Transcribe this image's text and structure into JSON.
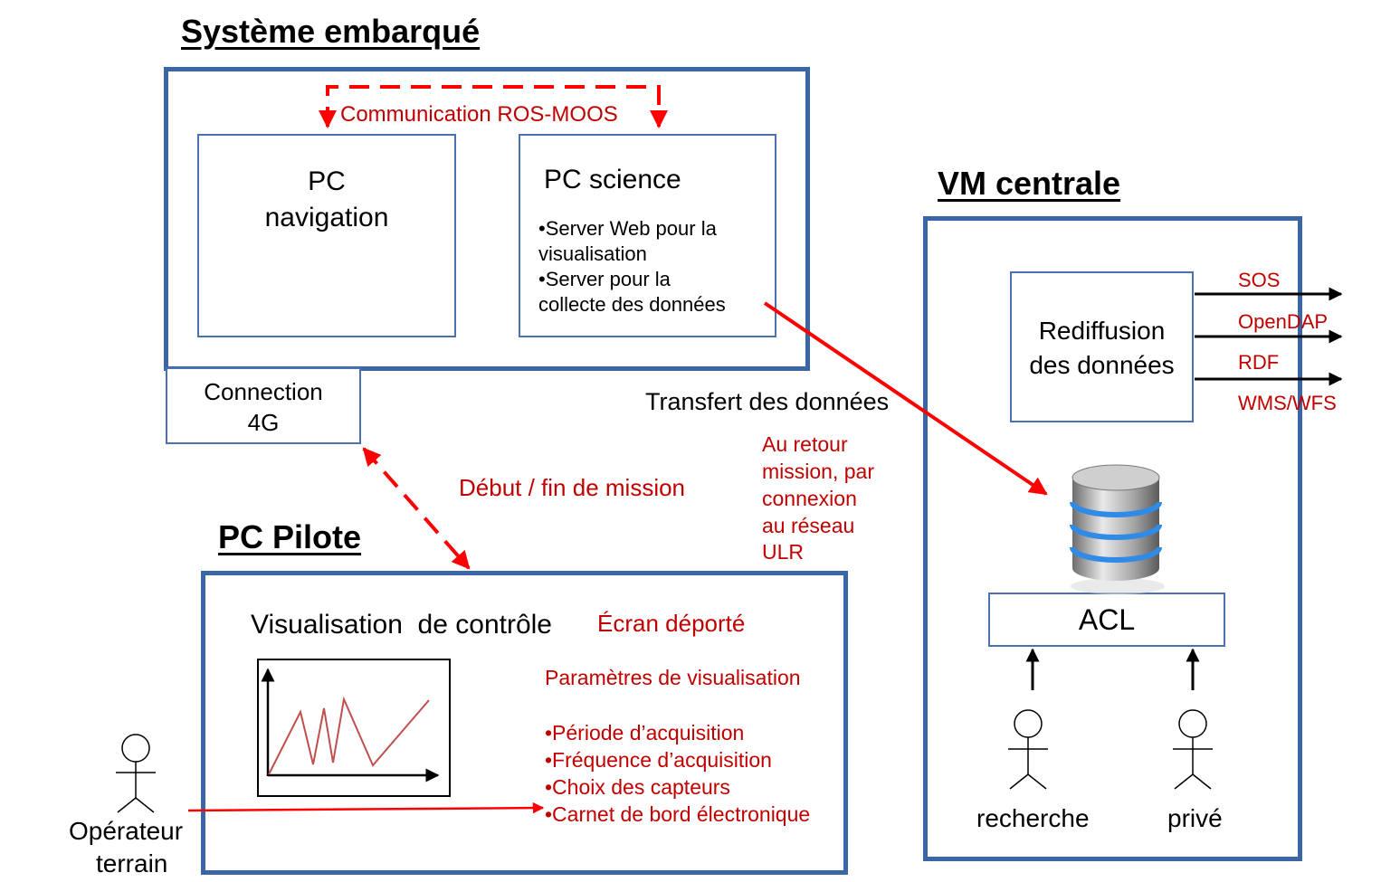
{
  "embedded": {
    "title": "Système embarqué",
    "comm_label": "Communication ROS-MOOS",
    "pc_nav": {
      "line1": "PC",
      "line2": "navigation"
    },
    "pc_science": {
      "title": "PC science",
      "bullets": [
        "•Server Web pour la",
        "visualisation",
        "•Server pour la",
        "collecte des données"
      ]
    },
    "connection": {
      "line1": "Connection",
      "line2": "4G"
    }
  },
  "links": {
    "transfer": "Transfert des données",
    "return_mission": [
      "Au retour",
      "mission, par",
      "connexion",
      "au réseau",
      "ULR"
    ],
    "mission_start_end": "Début / fin de mission"
  },
  "vm": {
    "title": "VM centrale",
    "rediffusion": {
      "line1": "Rediffusion",
      "line2": "des données"
    },
    "protocols": [
      "SOS",
      "OpenDAP",
      "RDF",
      "WMS/WFS"
    ],
    "acl": "ACL",
    "users": [
      "recherche",
      "privé"
    ]
  },
  "pilot": {
    "title": "PC Pilote",
    "visualisation": "Visualisation  de contrôle",
    "remote_screen": "Écran déporté",
    "params_title": "Paramètres de visualisation",
    "params": [
      "•Période d’acquisition",
      "•Fréquence d’acquisition",
      "•Choix des capteurs",
      "•Carnet de bord électronique"
    ],
    "operator": [
      "Opérateur",
      "terrain"
    ]
  },
  "colors": {
    "accent_blue": "#3a66a6",
    "red": "#ff0000",
    "dark_red": "#c00000"
  }
}
